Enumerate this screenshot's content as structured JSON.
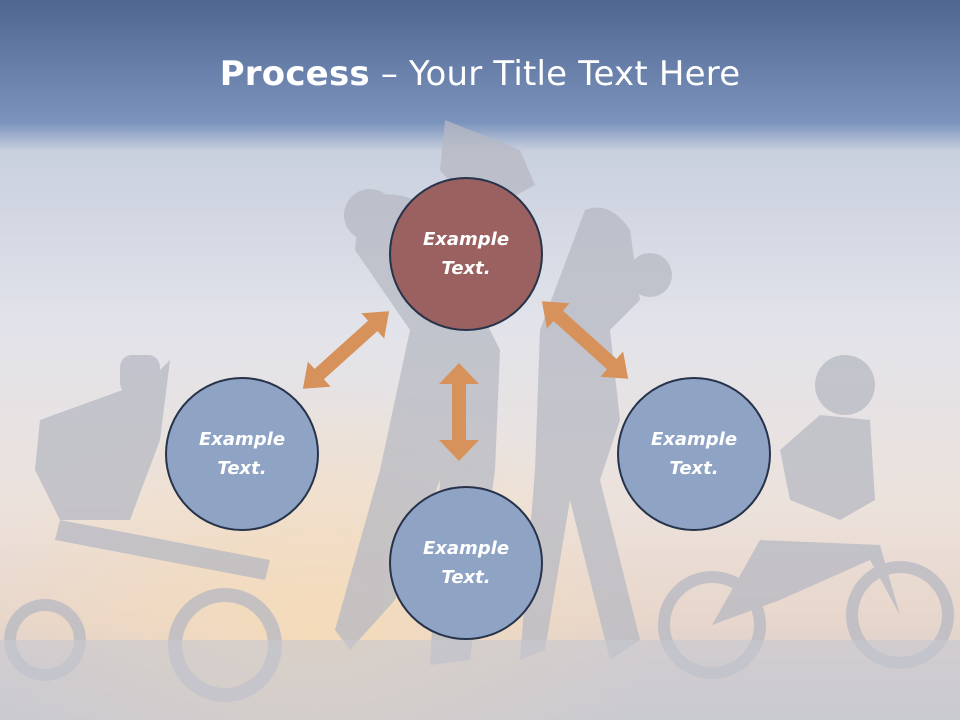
{
  "slide": {
    "title_bold": "Process",
    "title_rest": " – Your Title Text Here"
  },
  "colors": {
    "top_circle": "#9a6160",
    "other_circles": "#8fa3c5",
    "arrow": "#d6925a",
    "header_band": "#5f7aa3"
  },
  "nodes": {
    "top": "Example Text.",
    "left": "Example Text.",
    "right": "Example Text.",
    "bottom": "Example Text."
  }
}
